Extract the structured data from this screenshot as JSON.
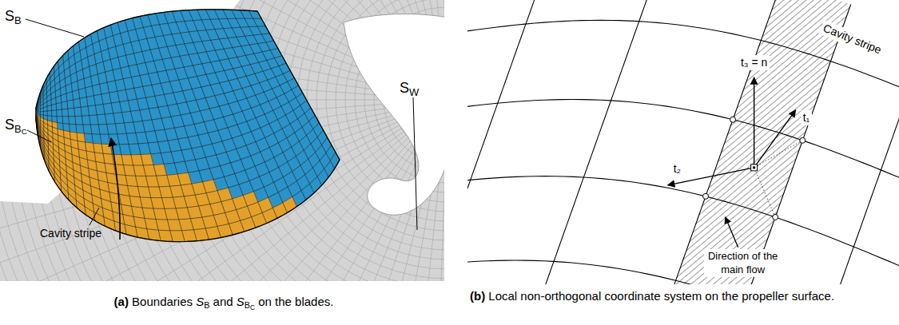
{
  "diagram": {
    "labels": [
      "S",
      "B",
      "S",
      "B",
      "C",
      "Cavity stripe",
      "S",
      "W",
      "(a)",
      "Boundaries",
      "S",
      "B",
      "and",
      "S",
      "B",
      "C",
      "on the blades.",
      "(b)",
      "Local non-orthogonal coordinate system on the propeller surface.",
      "t₃ = n",
      "t₁",
      "t₂",
      "Cavity stripe",
      "Direction of the main flow"
    ]
  }
}
